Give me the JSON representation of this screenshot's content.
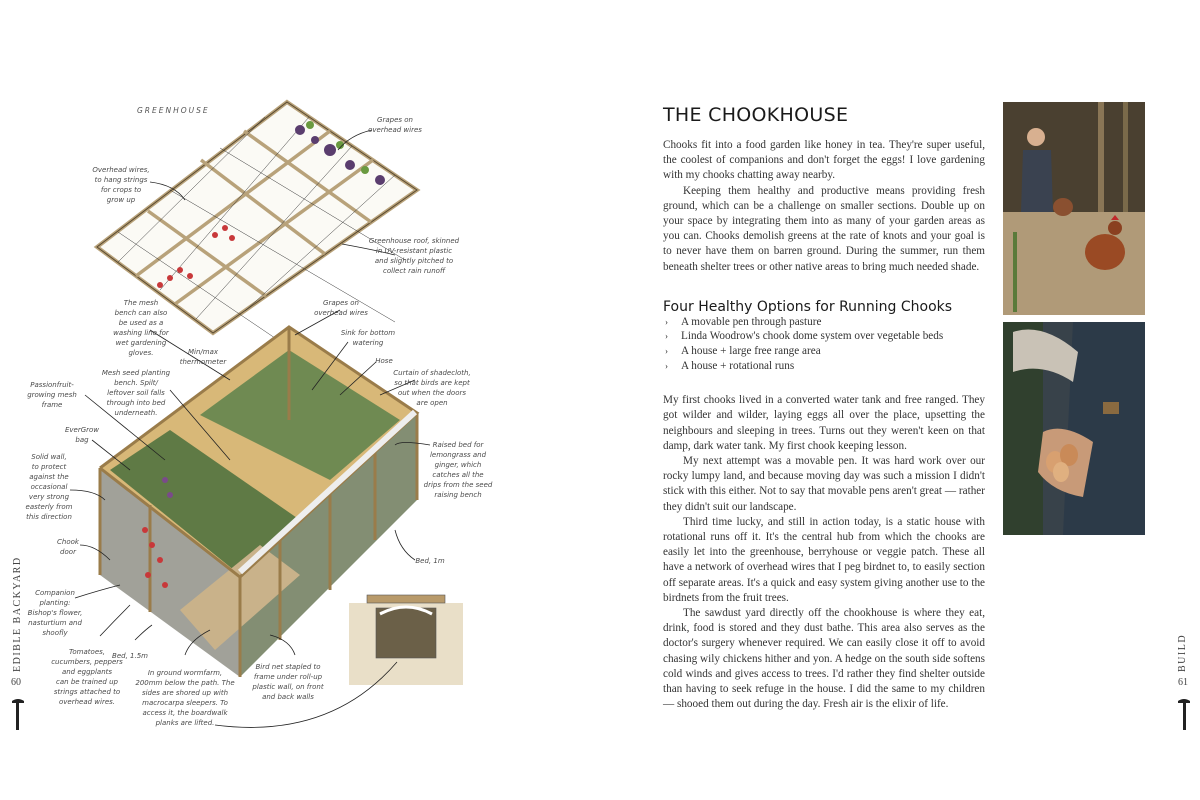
{
  "left_page": {
    "section_label": "GREENHOUSE",
    "running_head": "EDIBLE BACKYARD",
    "page_number": "60",
    "annotations": [
      "Grapes on\noverhead wires",
      "Overhead wires,\nto hang strings\nfor crops to\ngrow up",
      "Greenhouse roof, skinned\nin UV-resistant plastic\nand slightly pitched to\ncollect rain runoff",
      "The mesh\nbench can also\nbe used as a\nwashing line for\nwet gardening\ngloves.",
      "Grapes on\noverhead wires",
      "Min/max\nthermometer",
      "Sink for bottom\nwatering",
      "Hose",
      "Curtain of shadecloth,\nso that birds are kept\nout when the doors\nare open",
      "Mesh seed planting\nbench. Spilt/\nleftover soil falls\nthrough into bed\nunderneath.",
      "Passionfruit-\ngrowing mesh\nframe",
      "EverGrow\nbag",
      "Solid wall,\nto protect\nagainst the\noccasional\nvery strong\neasterly from\nthis direction",
      "Raised bed for\nlemongrass and\nginger, which\ncatches all the\ndrips from the seed\nraising bench",
      "Chook\ndoor",
      "Bed, 1m",
      "Companion\nplanting:\nBishop's flower,\nnasturtium and\nshoofly",
      "Tomatoes,\ncucumbers, peppers\nand eggplants\ncan be trained up\nstrings attached to\noverhead wires.",
      "Bed, 1.5m",
      "In ground wormfarm,\n200mm below the path. The\nsides are shored up with\nmacrocarpa sleepers. To\naccess it, the boardwalk\nplanks are lifted.",
      "Bird net stapled to\nframe under roll-up\nplastic wall, on front\nand back walls"
    ]
  },
  "right_page": {
    "title": "THE CHOOKHOUSE",
    "intro": [
      "Chooks fit into a food garden like honey in tea. They're super useful, the coolest of companions and don't forget the eggs! I love gardening with my chooks chatting away nearby.",
      "Keeping them healthy and productive means providing fresh ground, which can be a challenge on smaller sections. Double up on your space by integrating them into as many of your garden areas as you can. Chooks demolish greens at the rate of knots and your goal is to never have them on barren ground. During the summer, run them beneath shelter trees or other native areas to bring much needed shade."
    ],
    "subheading": "Four Healthy Options for Running Chooks",
    "options": [
      "A movable pen through pasture",
      "Linda Woodrow's chook dome system over vegetable beds",
      "A house + large free range area",
      "A house + rotational runs"
    ],
    "bullet": "›",
    "body": [
      "My first chooks lived in a converted water tank and free ranged. They got wilder and wilder, laying eggs all over the place, upsetting the neighbours and sleeping in trees. Turns out they weren't keen on that damp, dark water tank. My first chook keeping lesson.",
      "My next attempt was a movable pen. It was hard work over our rocky lumpy land, and because moving day was such a mission I didn't stick with this either. Not to say that movable pens aren't great — rather they didn't suit our landscape.",
      "Third time lucky, and still in action today, is a static house with rotational runs off it. It's the central hub from which the chooks are easily let into the greenhouse, berryhouse or veggie patch. These all have a network of overhead wires that I peg birdnet to, to easily section off separate areas. It's a quick and easy system giving another use to the birdnets from the fruit trees.",
      "The sawdust yard directly off the chookhouse is where they eat, drink, food is stored and they dust bathe. This area also serves as the doctor's surgery whenever required. We can easily close it off to avoid chasing wily chickens hither and yon. A hedge on the south side softens cold winds and gives access to trees. I'd rather they find shelter outside than having to seek refuge in the house. I did the same to my children — shooed them out during the day. Fresh air is the elixir of life."
    ],
    "running_head": "BUILD",
    "page_number": "61"
  }
}
